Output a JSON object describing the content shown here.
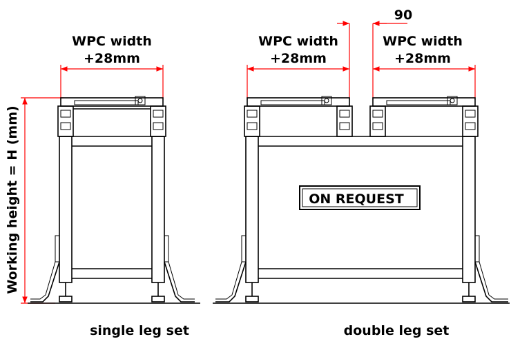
{
  "dimensions": {
    "single_width": "WPC width",
    "single_offset": "+28mm",
    "double_left_width": "WPC width",
    "double_left_offset": "+28mm",
    "double_right_width": "WPC width",
    "double_right_offset": "+28mm",
    "gap": "90",
    "height": "Working height = H (mm)"
  },
  "notes": {
    "on_request": "ON REQUEST"
  },
  "captions": {
    "single": "single leg set",
    "double": "double leg set"
  },
  "colors": {
    "dimension_line": "#ff0000",
    "drawing_line": "#000000"
  }
}
